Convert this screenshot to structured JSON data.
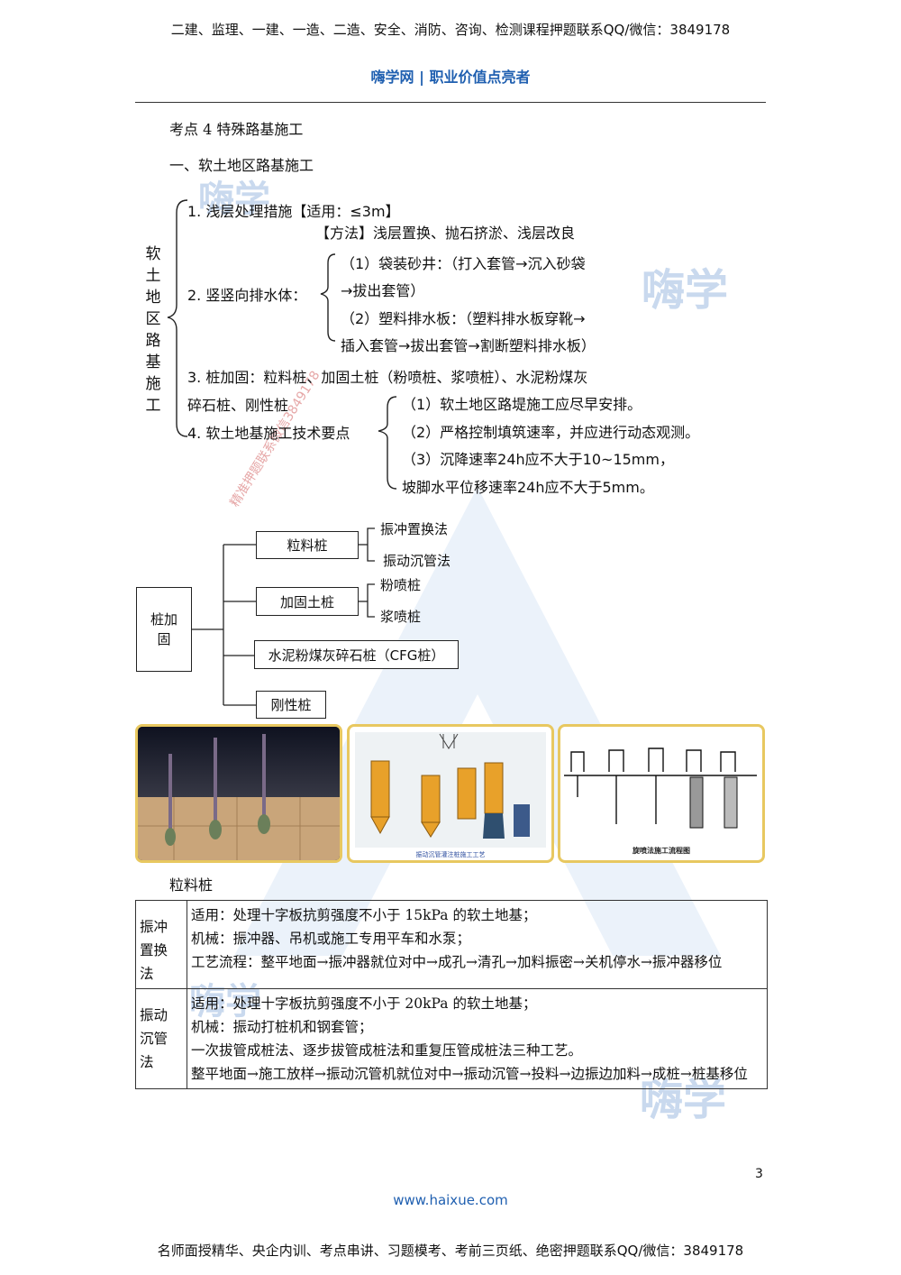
{
  "header": {
    "banner": "二建、监理、一建、一造、二造、安全、消防、咨询、检测课程押题联系QQ/微信：3849178",
    "brand": "嗨学网 | 职业价值点亮者"
  },
  "section": {
    "title": "考点 4 特殊路基施工",
    "subtitle": "一、软土地区路基施工"
  },
  "mindmap": {
    "root": "软土地区路基施工",
    "item1": "1. 浅层处理措施【适用：≤3m】",
    "item1_method": "【方法】浅层置换、抛石挤淤、浅层改良",
    "item2": "2. 竖竖向排水体：",
    "item2_sub1_a": "（1）袋装砂井：（打入套管→沉入砂袋",
    "item2_sub1_b": "→拔出套管）",
    "item2_sub2_a": "（2）塑料排水板：（塑料排水板穿靴→",
    "item2_sub2_b": "插入套管→拔出套管→割断塑料排水板）",
    "item3_a": "3. 桩加固：粒料桩、加固土桩（粉喷桩、浆喷桩）、水泥粉煤灰",
    "item3_b": "碎石桩、刚性桩",
    "item4": "4. 软土地基施工技术要点",
    "item4_sub1": "（1）软土地区路堤施工应尽早安排。",
    "item4_sub2": "（2）严格控制填筑速率，并应进行动态观测。",
    "item4_sub3_a": "（3）沉降速率24h应不大于10~15mm，",
    "item4_sub3_b": "坡脚水平位移速率24h应不大于5mm。"
  },
  "tree": {
    "root": "桩加固",
    "b1": "粒料桩",
    "b1_l1": "振冲置换法",
    "b1_l2": "振动沉管法",
    "b2": "加固土桩",
    "b2_l1": "粉喷桩",
    "b2_l2": "浆喷桩",
    "b3": "水泥粉煤灰碎石桩（CFG桩）",
    "b4": "刚性桩"
  },
  "images": {
    "img2_caption": "振动沉管灌注桩施工工艺",
    "img3_caption": "旋喷法施工流程图"
  },
  "table": {
    "caption": "粒料桩",
    "rows": [
      {
        "label": "振冲置换法",
        "lines": [
          "适用：处理十字板抗剪强度不小于 15kPa 的软土地基；",
          "机械：振冲器、吊机或施工专用平车和水泵；",
          "工艺流程：整平地面→振冲器就位对中→成孔→清孔→加料振密→关机停水→振冲器移位"
        ]
      },
      {
        "label": "振动沉管法",
        "lines": [
          "适用：处理十字板抗剪强度不小于 20kPa 的软土地基；",
          "机械：振动打桩机和钢套管；",
          "一次拔管成桩法、逐步拔管成桩法和重复压管成桩法三种工艺。",
          "整平地面→施工放样→振动沉管机就位对中→振动沉管→投料→边振边加料→成桩→桩基移位"
        ]
      }
    ]
  },
  "watermark": {
    "logo": "嗨学",
    "diag": "精准押题联系微信3849178"
  },
  "footer": {
    "page_number": "3",
    "url": "www.haixue.com",
    "banner": "名师面授精华、央企内训、考点串讲、习题模考、考前三页纸、绝密押题联系QQ/微信：3849178"
  }
}
